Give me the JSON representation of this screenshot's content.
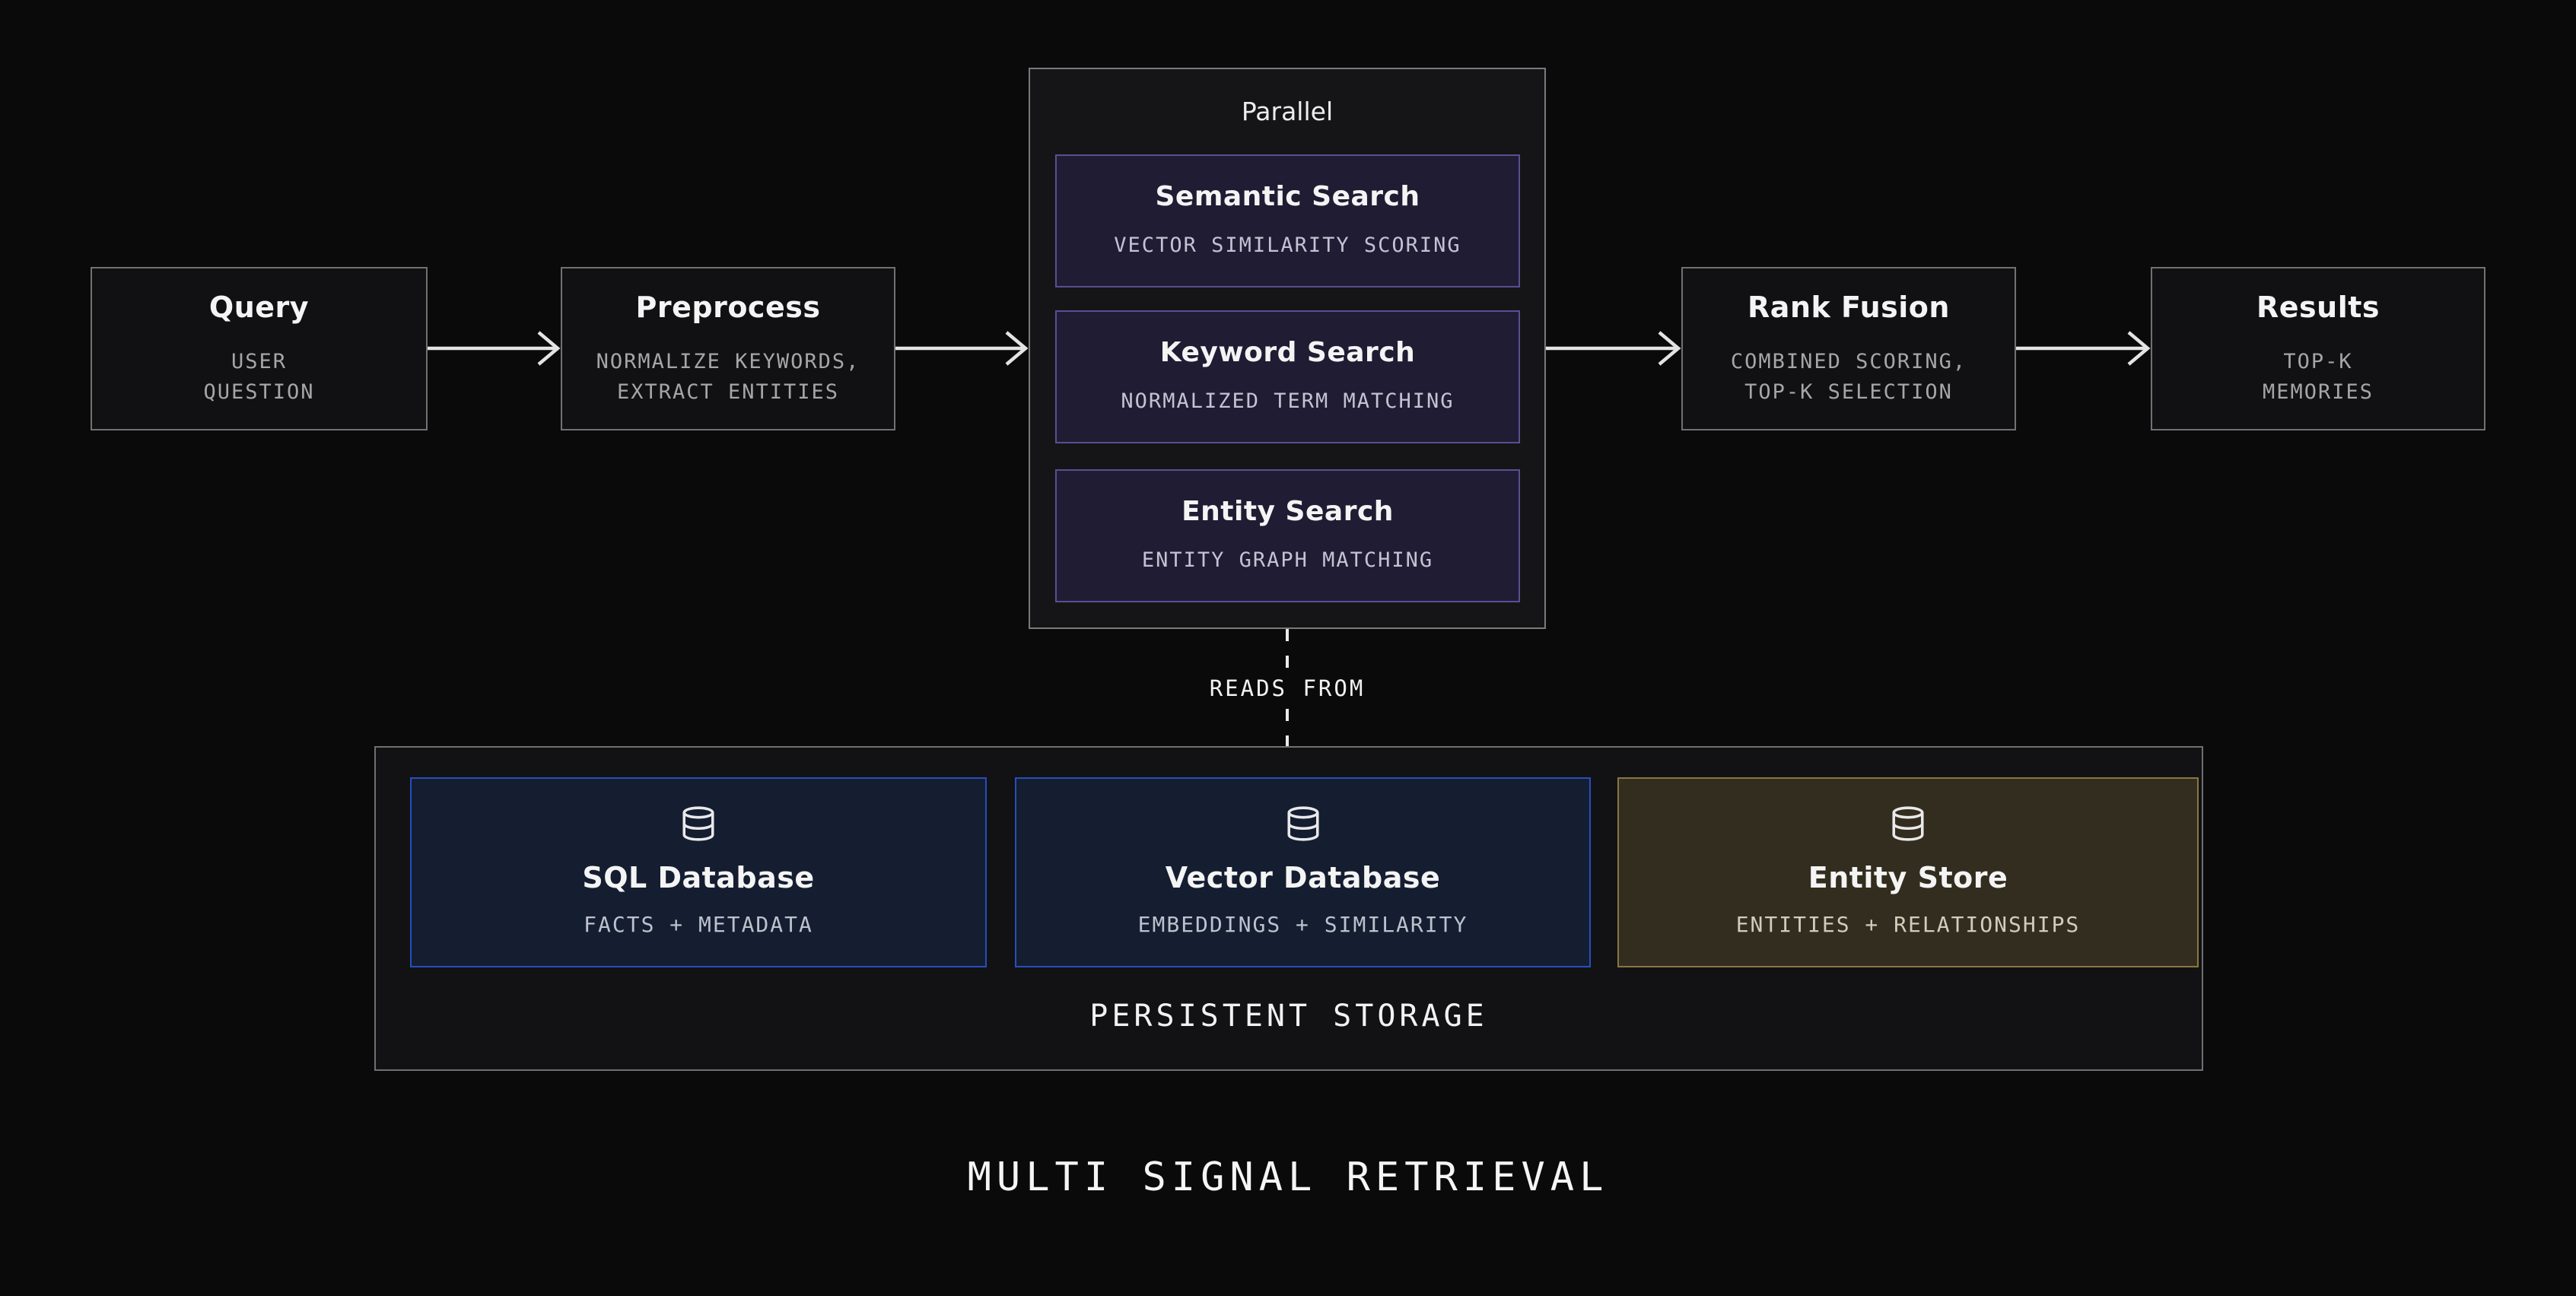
{
  "page": {
    "title": "MULTI SIGNAL RETRIEVAL",
    "background_color": "#0a0a0b"
  },
  "pipeline": {
    "query": {
      "title": "Query",
      "subtitle_lines": [
        "USER",
        "QUESTION"
      ]
    },
    "preprocess": {
      "title": "Preprocess",
      "subtitle_lines": [
        "NORMALIZE KEYWORDS,",
        "EXTRACT ENTITIES"
      ]
    },
    "parallel": {
      "label": "Parallel",
      "stages": [
        {
          "title": "Semantic Search",
          "subtitle": "VECTOR SIMILARITY SCORING"
        },
        {
          "title": "Keyword Search",
          "subtitle": "NORMALIZED TERM MATCHING"
        },
        {
          "title": "Entity Search",
          "subtitle": "ENTITY GRAPH MATCHING"
        }
      ]
    },
    "rank_fusion": {
      "title": "Rank Fusion",
      "subtitle_lines": [
        "COMBINED SCORING,",
        "TOP-K SELECTION"
      ]
    },
    "results": {
      "title": "Results",
      "subtitle_lines": [
        "TOP-K",
        "MEMORIES"
      ]
    }
  },
  "connector": {
    "label": "READS FROM"
  },
  "storage": {
    "label": "PERSISTENT STORAGE",
    "stores": [
      {
        "title": "SQL Database",
        "subtitle": "FACTS + METADATA",
        "icon": "database-icon",
        "accent": "#2450bd"
      },
      {
        "title": "Vector Database",
        "subtitle": "EMBEDDINGS + SIMILARITY",
        "icon": "database-icon",
        "accent": "#2450bd"
      },
      {
        "title": "Entity Store",
        "subtitle": "ENTITIES + RELATIONSHIPS",
        "icon": "database-icon",
        "accent": "#87783f"
      }
    ]
  },
  "colors": {
    "stage_border": "#575093",
    "stage_background": "#201c33",
    "node_border": "#717171",
    "arrow": "#e4e4e4"
  }
}
